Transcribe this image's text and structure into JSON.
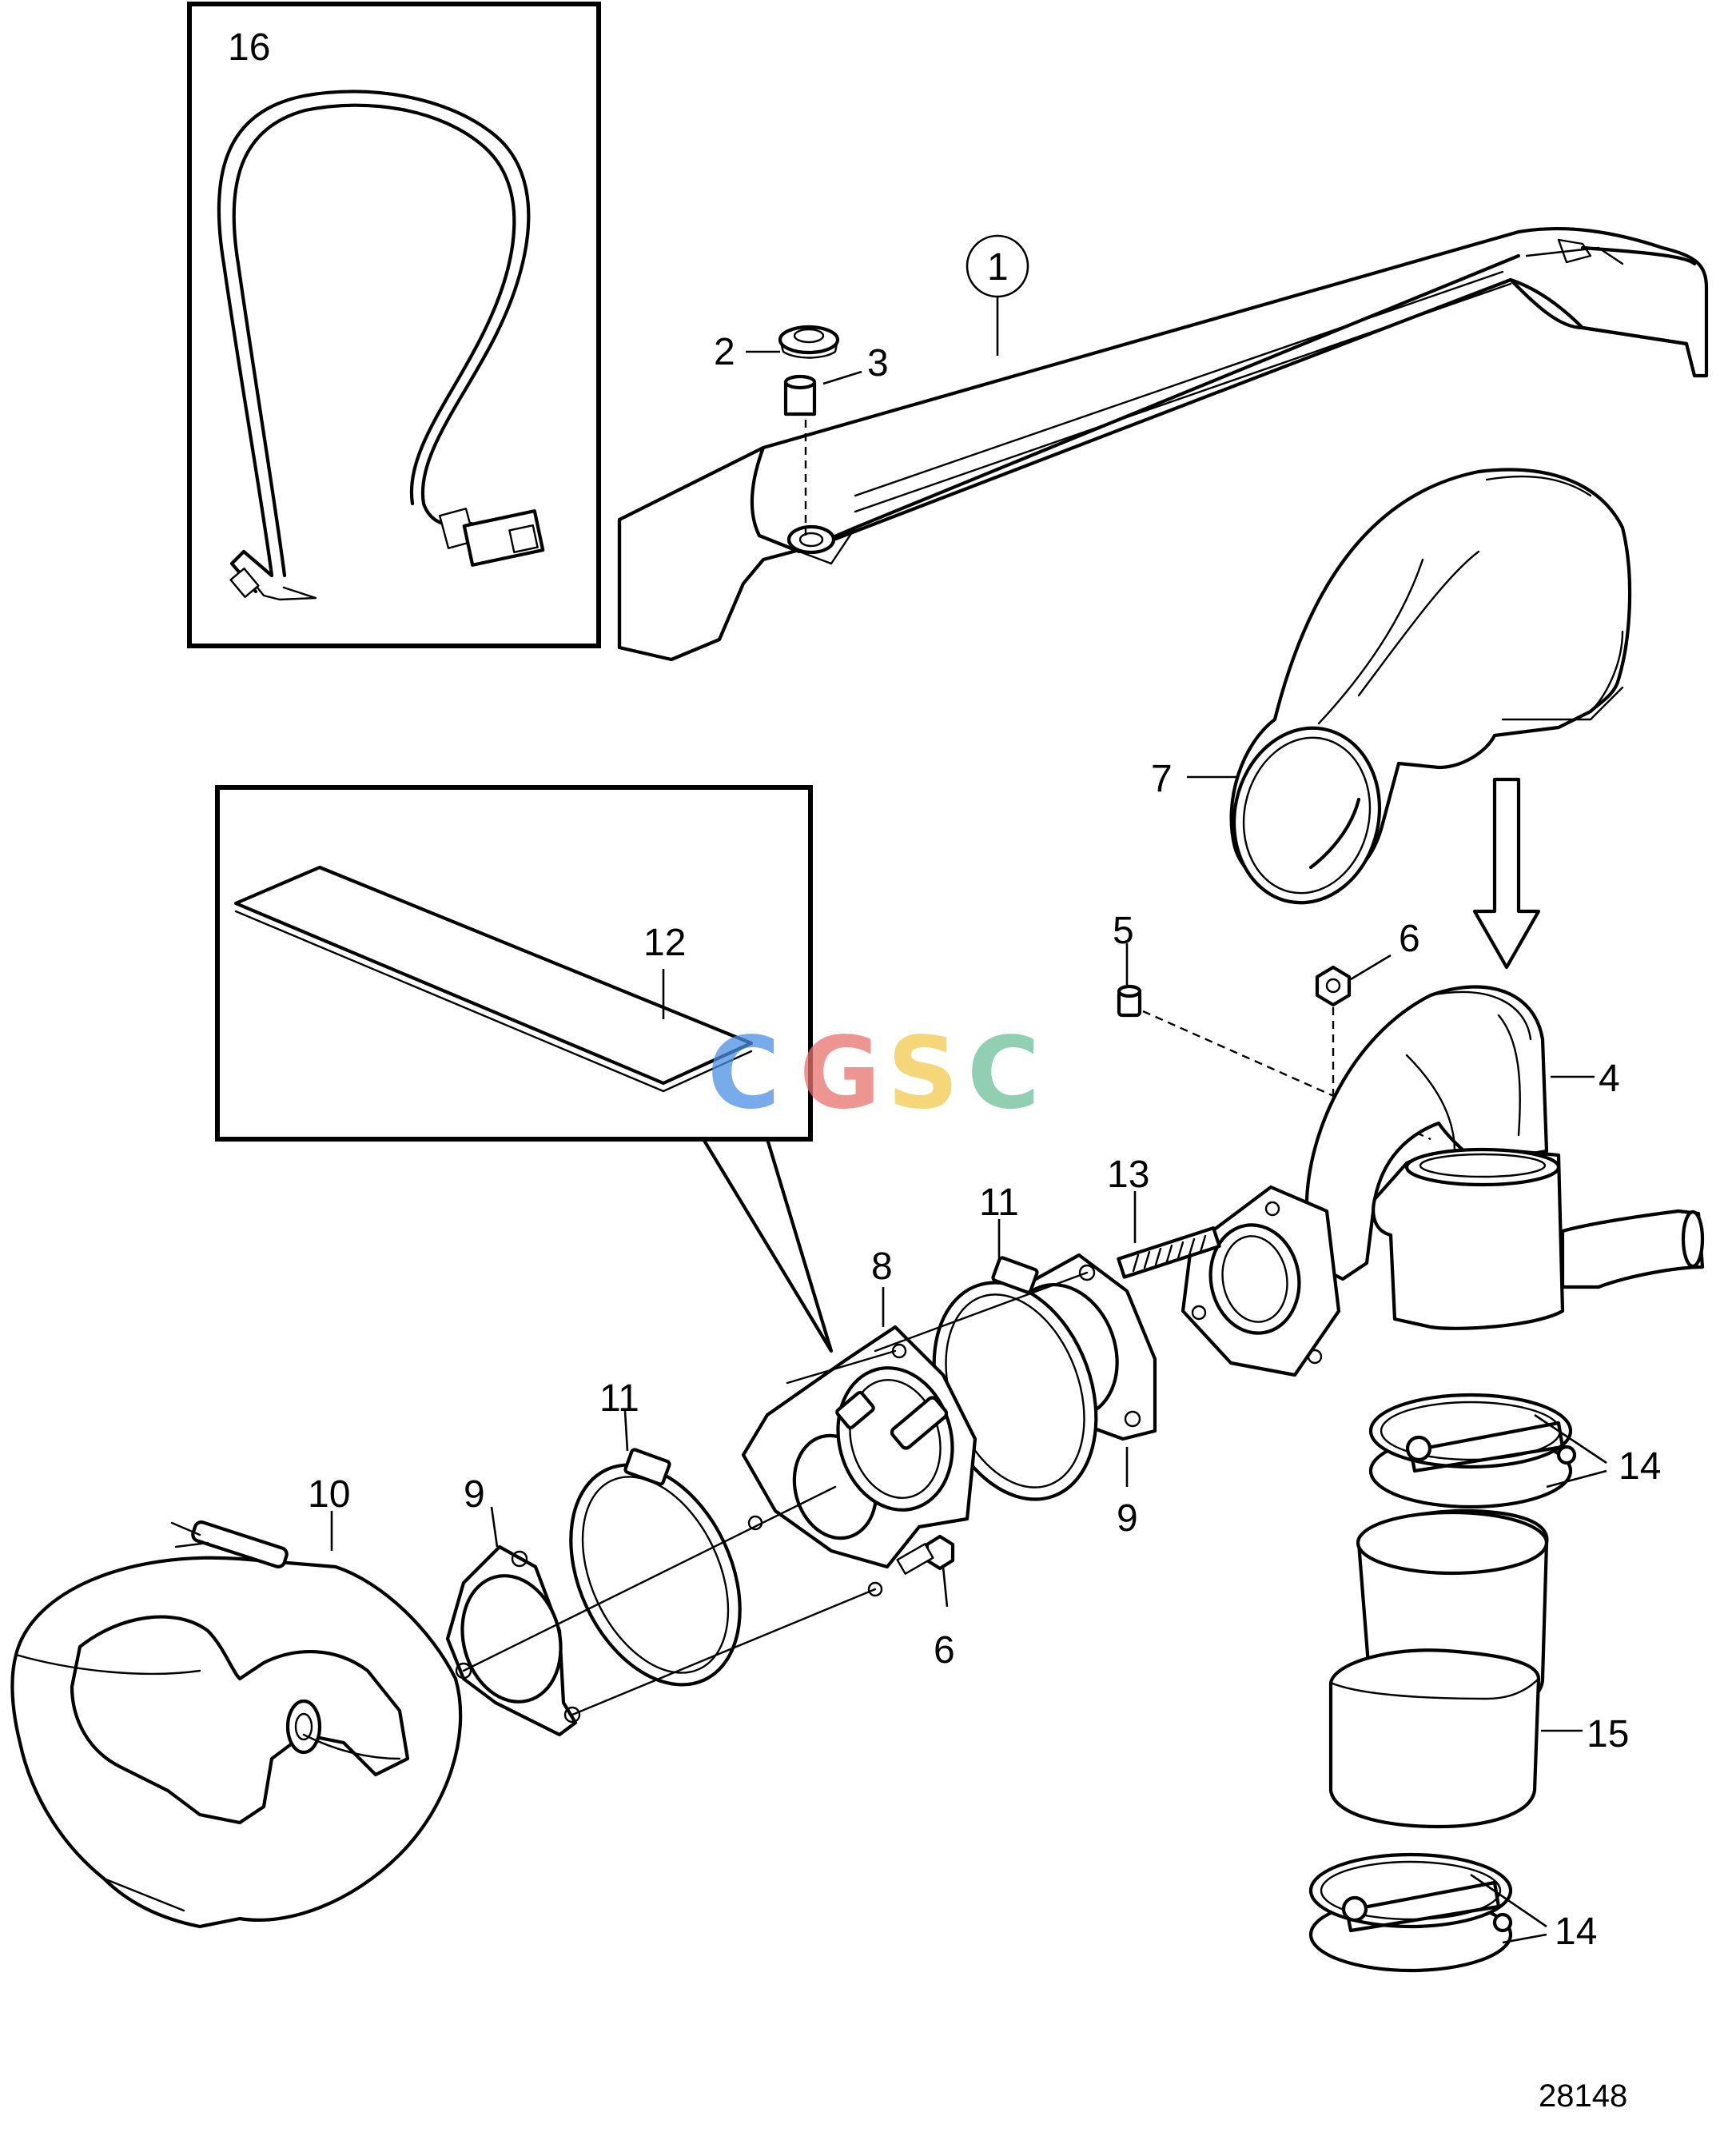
{
  "callouts": {
    "c1": "1",
    "c2": "2",
    "c3": "3",
    "c4": "4",
    "c5": "5",
    "c6a": "6",
    "c6b": "6",
    "c7": "7",
    "c8": "8",
    "c9a": "9",
    "c9b": "9",
    "c10": "10",
    "c11a": "11",
    "c11b": "11",
    "c12": "12",
    "c13": "13",
    "c14a": "14",
    "c14b": "14",
    "c15": "15",
    "c16": "16"
  },
  "reference_number": "28148",
  "watermark": {
    "letters": [
      "C",
      "G",
      "S",
      "C"
    ],
    "colors": [
      "#4a90e2",
      "#e8736d",
      "#f2c94c",
      "#6dbf9a"
    ]
  }
}
